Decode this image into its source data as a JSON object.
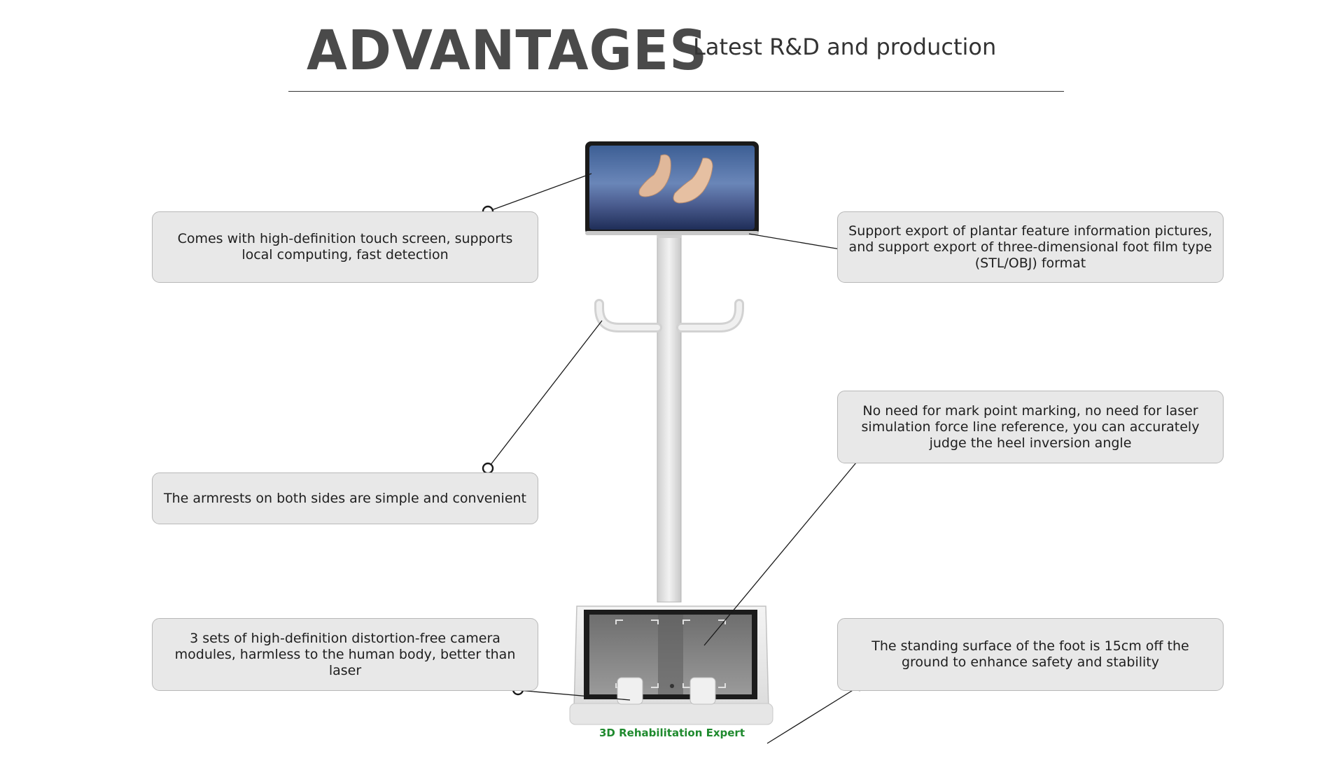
{
  "header": {
    "title": "ADVANTAGES",
    "subtitle": "Latest R&D and production"
  },
  "features": {
    "touch_screen": "Comes with high-definition touch screen, supports local computing, fast detection",
    "export": "Support export of plantar feature information pictures, and support export of three-dimensional foot film type (STL/OBJ) format",
    "armrests": "The armrests on both sides  are simple and convenient",
    "heel_angle": "No need for mark point marking, no need for laser simulation force line reference, you can accurately judge the heel inversion angle",
    "cameras": "3 sets of high-definition distortion-free camera modules, harmless to the human body, better than laser",
    "standing_surface": "The standing surface of the foot is 15cm off the ground to enhance safety and stability"
  },
  "device": {
    "base_label": "3D Rehabilitation Expert"
  },
  "colors": {
    "title": "#4a4a4a",
    "box_fill": "#e8e8e8",
    "box_border": "#b8b8b8",
    "base_label": "#1f8a2e",
    "screen": "#2e4a7a"
  }
}
